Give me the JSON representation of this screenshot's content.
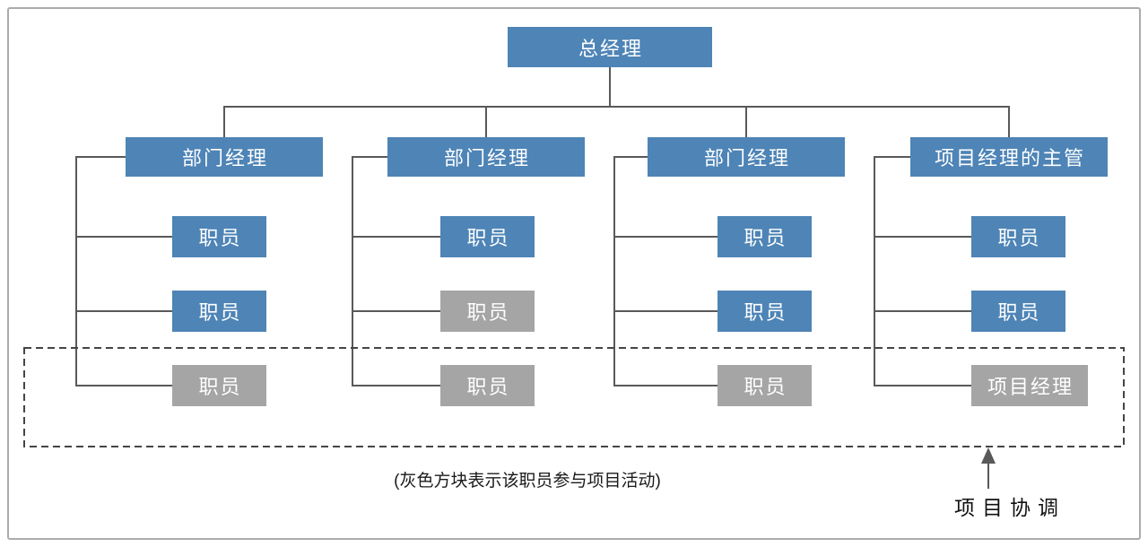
{
  "diagram": {
    "root_label": "总经理",
    "columns": [
      {
        "manager": "部门经理",
        "staff": [
          {
            "label": "职员",
            "participates": false
          },
          {
            "label": "职员",
            "participates": false
          },
          {
            "label": "职员",
            "participates": true
          }
        ]
      },
      {
        "manager": "部门经理",
        "staff": [
          {
            "label": "职员",
            "participates": false
          },
          {
            "label": "职员",
            "participates": true
          },
          {
            "label": "职员",
            "participates": true
          }
        ]
      },
      {
        "manager": "部门经理",
        "staff": [
          {
            "label": "职员",
            "participates": false
          },
          {
            "label": "职员",
            "participates": false
          },
          {
            "label": "职员",
            "participates": true
          }
        ]
      },
      {
        "manager": "项目经理的主管",
        "staff": [
          {
            "label": "职员",
            "participates": false
          },
          {
            "label": "职员",
            "participates": false
          },
          {
            "label": "项目经理",
            "participates": true
          }
        ]
      }
    ],
    "caption": "(灰色方块表示该职员参与项目活动)",
    "arrow_label": "项目协调",
    "colors": {
      "blue": "#4e84b6",
      "gray": "#a5a5a5",
      "line": "#595959",
      "dashed_border": "#454545"
    }
  }
}
